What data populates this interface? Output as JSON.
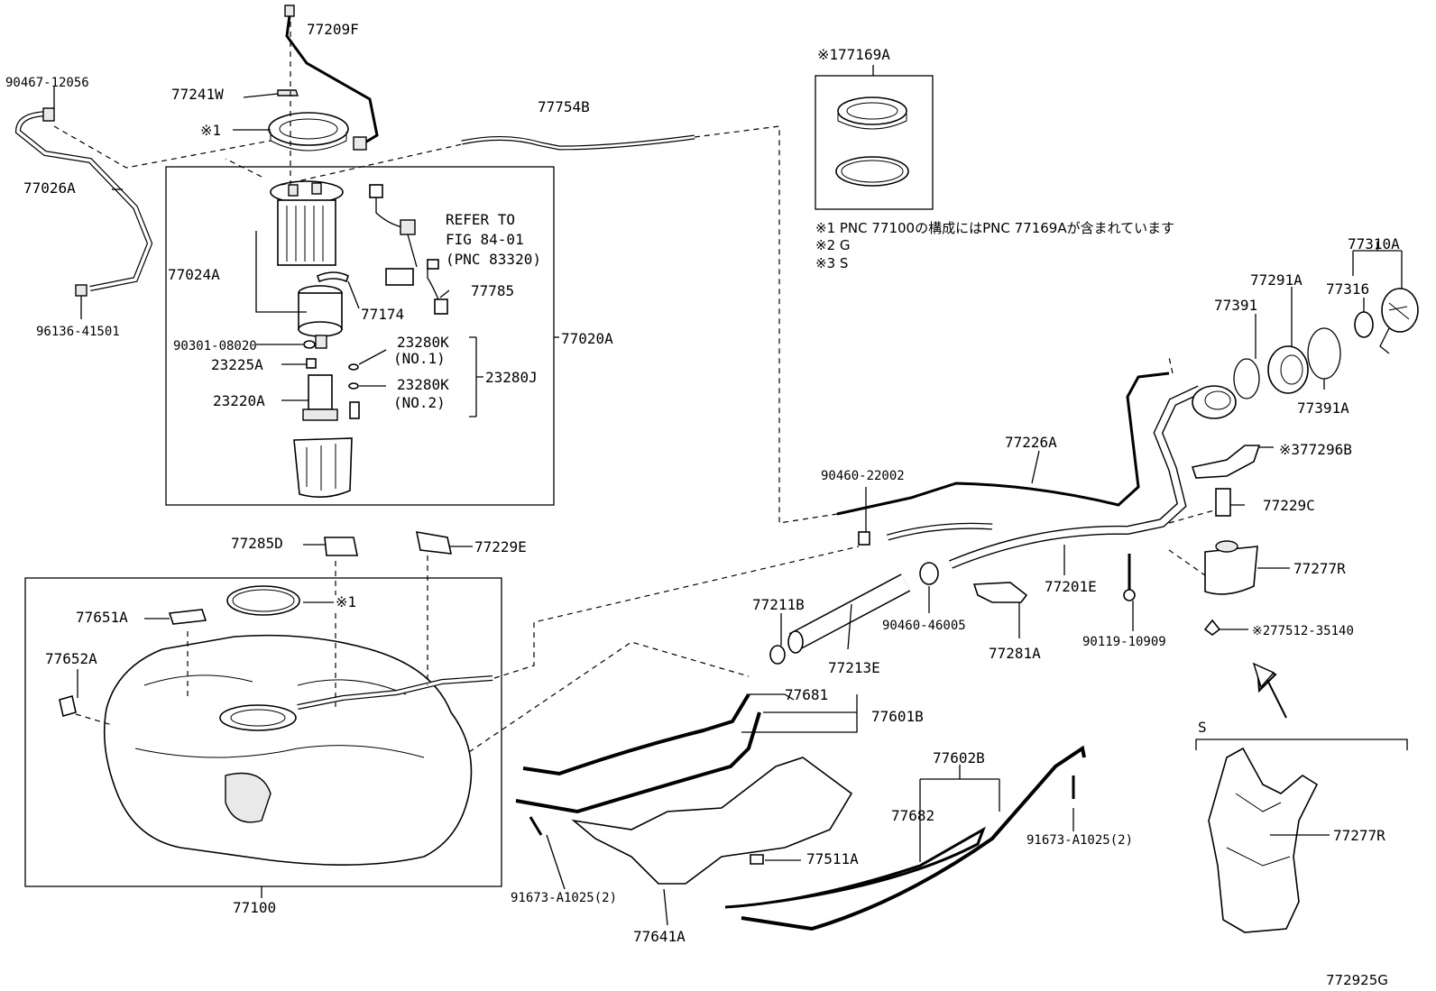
{
  "figure_id": "772925G",
  "notes": [
    "※1 PNC 77100の構成にはPNC 77169Aが含まれています",
    "※2 G",
    "※3 S"
  ],
  "refer": [
    "REFER TO",
    "FIG 84-01",
    "(PNC 83320)"
  ],
  "view_label": "S",
  "labels": {
    "p77209F": "77209F",
    "p90467": "90467-12056",
    "p77241W": "77241W",
    "p77754B": "77754B",
    "mark1_top": "※1",
    "p77026A": "77026A",
    "p77024A": "77024A",
    "p77174": "77174",
    "p77785": "77785",
    "p96136": "96136-41501",
    "p90301": "90301-08020",
    "p23225A": "23225A",
    "p23220A": "23220A",
    "p23280K1": "23280K",
    "no1": "(NO.1)",
    "p23280K2": "23280K",
    "no2": "(NO.2)",
    "p23280J": "23280J",
    "p77020A": "77020A",
    "p77169A": "※177169A",
    "p77310A": "77310A",
    "p77316": "77316",
    "p77291A": "77291A",
    "p77391": "77391",
    "p77391A": "77391A",
    "p77226A": "77226A",
    "p77296B": "※377296B",
    "p90460_22002": "90460-22002",
    "p77229C": "77229C",
    "p77277R_top": "77277R",
    "p77285D": "77285D",
    "p77229E": "77229E",
    "p77651A": "77651A",
    "mark1_tank": "※1",
    "p77652A": "77652A",
    "p77211B": "77211B",
    "p77213E": "77213E",
    "p90460_46005": "90460-46005",
    "p77281A": "77281A",
    "p77201E": "77201E",
    "p90119": "90119-10909",
    "p77512": "※277512-35140",
    "p77681": "77681",
    "p77601B": "77601B",
    "p77602B": "77602B",
    "p77682": "77682",
    "p91673_right": "91673-A1025(2)",
    "p77511A": "77511A",
    "p91673_left": "91673-A1025(2)",
    "p77641A": "77641A",
    "p77100": "77100",
    "p77277R_bottom": "77277R"
  },
  "colors": {
    "line": "#000000",
    "background": "#ffffff",
    "fill_light": "#e9e9e9"
  }
}
